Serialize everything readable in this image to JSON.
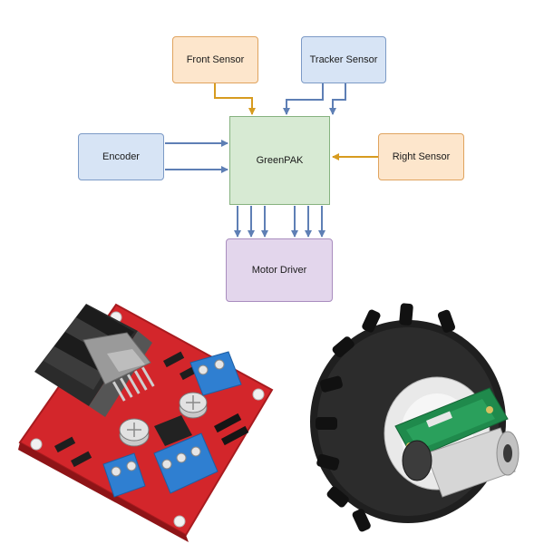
{
  "diagram": {
    "nodes": {
      "front_sensor": "Front Sensor",
      "tracker_sensor": "Tracker Sensor",
      "encoder": "Encoder",
      "right_sensor": "Right Sensor",
      "greenpak": "GreenPAK",
      "motor_driver": "Motor Driver"
    },
    "edges": [
      {
        "from": "Front Sensor",
        "to": "GreenPAK",
        "count": 1
      },
      {
        "from": "Tracker Sensor",
        "to": "GreenPAK",
        "count": 2
      },
      {
        "from": "Encoder",
        "to": "GreenPAK",
        "count": 2
      },
      {
        "from": "Right Sensor",
        "to": "GreenPAK",
        "count": 1
      },
      {
        "from": "GreenPAK",
        "to": "Motor Driver",
        "count": 6
      }
    ]
  },
  "photos": {
    "left": "motor-driver-board",
    "right": "wheel-with-encoder"
  },
  "colors": {
    "orange_arrow": "#d79b1f",
    "blue_arrow": "#5e7fb5",
    "board_red": "#d3262b",
    "terminal_blue": "#2f7fd1",
    "tire_black": "#1f1f1f"
  }
}
